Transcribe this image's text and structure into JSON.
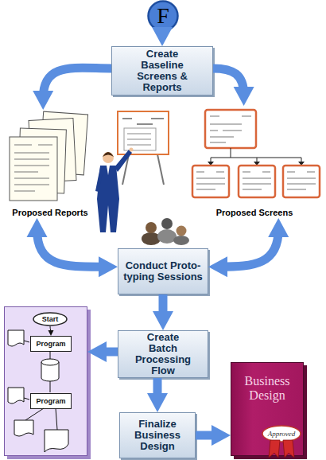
{
  "diagram": {
    "nodes": [
      {
        "text": [
          "F"
        ]
      },
      {
        "text": [
          "Create Baseline Screens & Reports"
        ]
      },
      {
        "text": [
          "Proposed Reports"
        ]
      },
      {
        "text": [
          "Proposed Screens"
        ]
      },
      {
        "text": [
          "Conduct Proto-typing Sessions"
        ]
      },
      {
        "text": [
          "Create Batch Processing Flow"
        ]
      },
      {
        "text": []
      },
      {
        "text": [
          "Start"
        ],
        "in": 6
      },
      {
        "text": [
          "Program"
        ],
        "in": 6
      },
      {
        "text": [
          "Program"
        ],
        "in": 6
      },
      {
        "text": [
          "Finalize Business Design"
        ]
      },
      {
        "text": [
          "Business Design"
        ]
      },
      {
        "text": [
          "Approved"
        ],
        "in": 11
      }
    ],
    "edges": [
      {
        "from": 0,
        "to": 1,
        "arrow": "to"
      },
      {
        "from": 1,
        "to": 2,
        "arrow": "to"
      },
      {
        "from": 1,
        "to": 3,
        "arrow": "to"
      },
      {
        "from": 2,
        "to": 4,
        "arrow": "both"
      },
      {
        "from": 3,
        "to": 4,
        "arrow": "both"
      },
      {
        "from": 4,
        "to": 5,
        "arrow": "to"
      },
      {
        "from": 5,
        "to": 6,
        "arrow": "to"
      },
      {
        "from": 5,
        "to": 10,
        "arrow": "to"
      },
      {
        "from": 7,
        "to": 8,
        "arrow": "to"
      },
      {
        "from": 10,
        "to": 11,
        "arrow": "to"
      }
    ]
  }
}
